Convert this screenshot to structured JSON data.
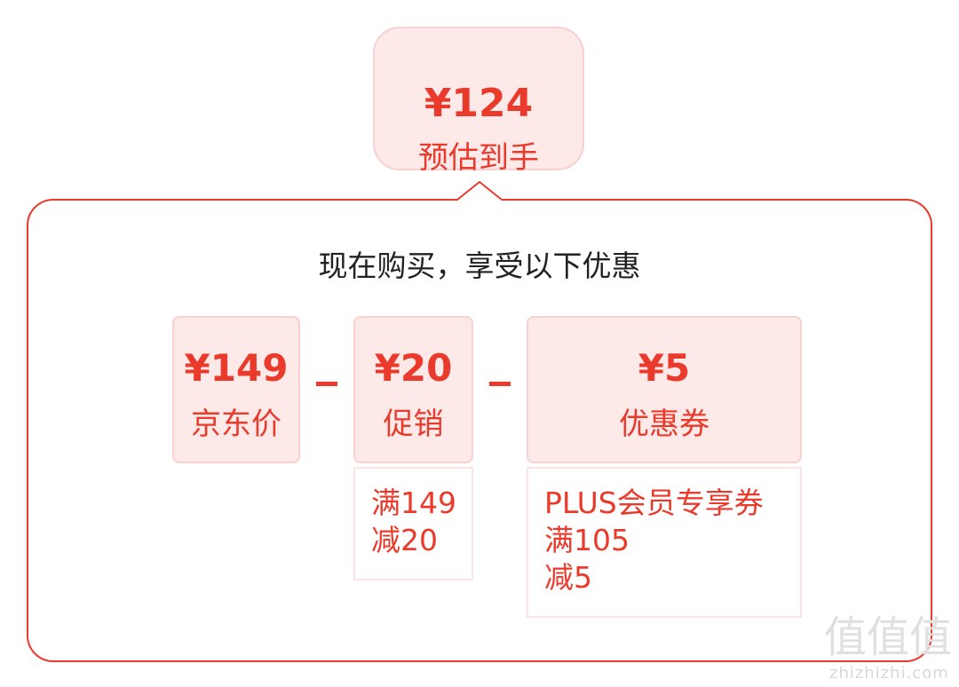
{
  "final_price": {
    "amount": "¥124",
    "label": "预估到手"
  },
  "intro_text": "现在购买，享受以下优惠",
  "components": [
    {
      "amount": "¥149",
      "label": "京东价"
    },
    {
      "amount": "¥20",
      "label": "促销",
      "details": [
        "满149",
        "减20"
      ]
    },
    {
      "amount": "¥5",
      "label": "优惠券",
      "details": [
        "PLUS会员专享券",
        "满105",
        "减5"
      ]
    }
  ],
  "operators": [
    "minus",
    "minus"
  ],
  "watermark": {
    "glyphs": [
      "值",
      "值",
      "值"
    ],
    "text": "zhizhizhi.com"
  },
  "colors": {
    "accent": "#ea3a2c",
    "card_bg": "#fee9e9",
    "card_border": "#f8d0d0",
    "text": "#222222"
  }
}
